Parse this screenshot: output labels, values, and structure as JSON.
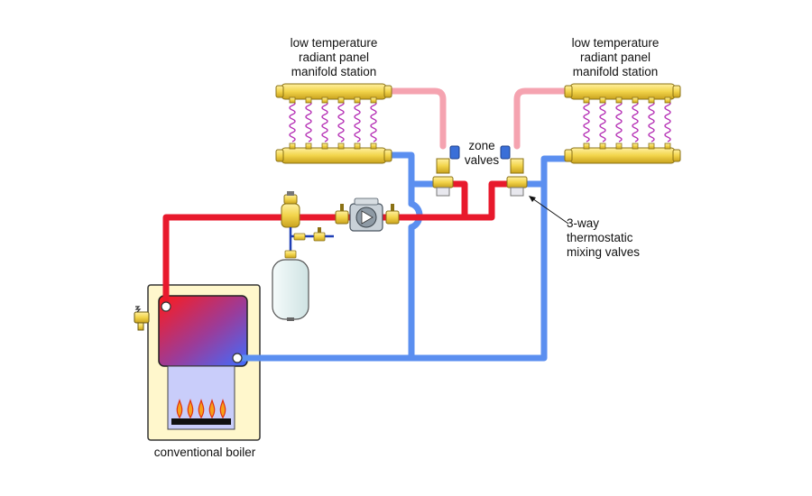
{
  "labels": {
    "manifold_left": [
      "low temperature",
      "radiant panel",
      "manifold station"
    ],
    "manifold_right": [
      "low temperature",
      "radiant panel",
      "manifold station"
    ],
    "zone_valves": [
      "zone",
      "valves"
    ],
    "mixing_valves": [
      "3-way",
      "thermostatic",
      "mixing valves"
    ],
    "boiler": "conventional boiler"
  },
  "colors": {
    "supply_pipe": "#e8192c",
    "return_pipe": "#5b8ff0",
    "manifold_pipe": "#f5a3b0",
    "brass": "#f2d44a",
    "tubing": "#b52fb5",
    "zone_valve_actuator": "#3a6fd8",
    "boiler_cabinet": "#fff7cc",
    "expansion_tank": "#e6f2f2"
  },
  "icons": {
    "flame": "flame-icon",
    "circulator": "circulator-pump-icon",
    "air_separator": "air-separator-icon",
    "expansion_tank": "expansion-tank-icon",
    "relief_valve": "relief-valve-icon"
  }
}
